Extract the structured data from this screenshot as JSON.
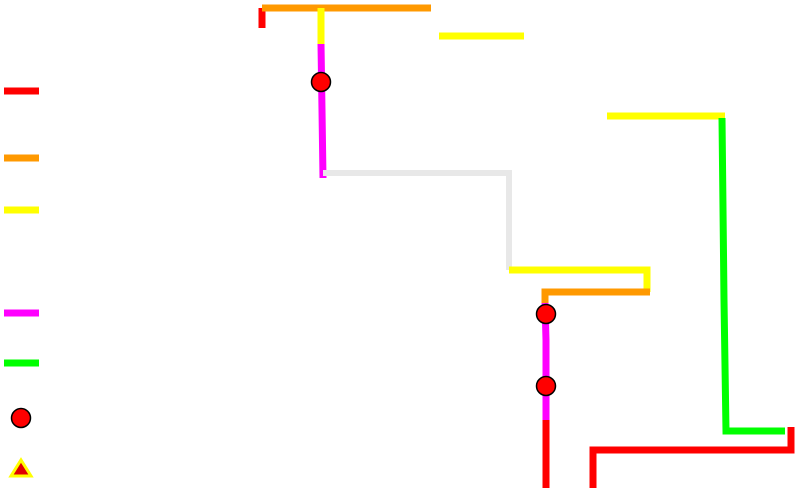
{
  "colors": {
    "red": "#ff0000",
    "orange": "#ff9900",
    "yellow": "#ffff00",
    "magenta": "#ff00ff",
    "green": "#00ff00",
    "light_gray": "#e8e8e8",
    "marker_fill": "#ff0000",
    "marker_stroke": "#000000",
    "triangle_fill": "#e00000",
    "triangle_stroke": "#ffff00"
  },
  "legend": {
    "items": [
      {
        "kind": "line",
        "color_key": "red",
        "icon": "red-line-swatch-icon"
      },
      {
        "kind": "line",
        "color_key": "orange",
        "icon": "orange-line-swatch-icon"
      },
      {
        "kind": "line",
        "color_key": "yellow",
        "icon": "yellow-line-swatch-icon"
      },
      {
        "kind": "line",
        "color_key": "magenta",
        "icon": "magenta-line-swatch-icon"
      },
      {
        "kind": "line",
        "color_key": "green",
        "icon": "green-line-swatch-icon"
      },
      {
        "kind": "circle",
        "icon": "red-circle-marker-icon"
      },
      {
        "kind": "triangle",
        "icon": "red-triangle-marker-icon"
      }
    ]
  },
  "map": {
    "segments": [
      {
        "name": "red-segment-top-left",
        "color_key": "red"
      },
      {
        "name": "orange-segment-top",
        "color_key": "orange"
      },
      {
        "name": "yellow-segment-top-stub",
        "color_key": "yellow"
      },
      {
        "name": "yellow-segment-floating",
        "color_key": "yellow"
      },
      {
        "name": "magenta-segment-upper",
        "color_key": "magenta"
      },
      {
        "name": "gray-segment-connector",
        "color_key": "light_gray"
      },
      {
        "name": "yellow-segment-middle",
        "color_key": "yellow"
      },
      {
        "name": "orange-segment-middle",
        "color_key": "orange"
      },
      {
        "name": "magenta-segment-lower",
        "color_key": "magenta"
      },
      {
        "name": "red-segment-bottom-vertical",
        "color_key": "red"
      },
      {
        "name": "yellow-segment-right",
        "color_key": "yellow"
      },
      {
        "name": "green-segment-right",
        "color_key": "green"
      },
      {
        "name": "red-segment-bottom-right",
        "color_key": "red"
      }
    ],
    "markers": [
      {
        "name": "circle-marker-upper",
        "icon": "red-circle-marker-icon"
      },
      {
        "name": "circle-marker-middle",
        "icon": "red-circle-marker-icon"
      },
      {
        "name": "circle-marker-lower",
        "icon": "red-circle-marker-icon"
      }
    ]
  }
}
